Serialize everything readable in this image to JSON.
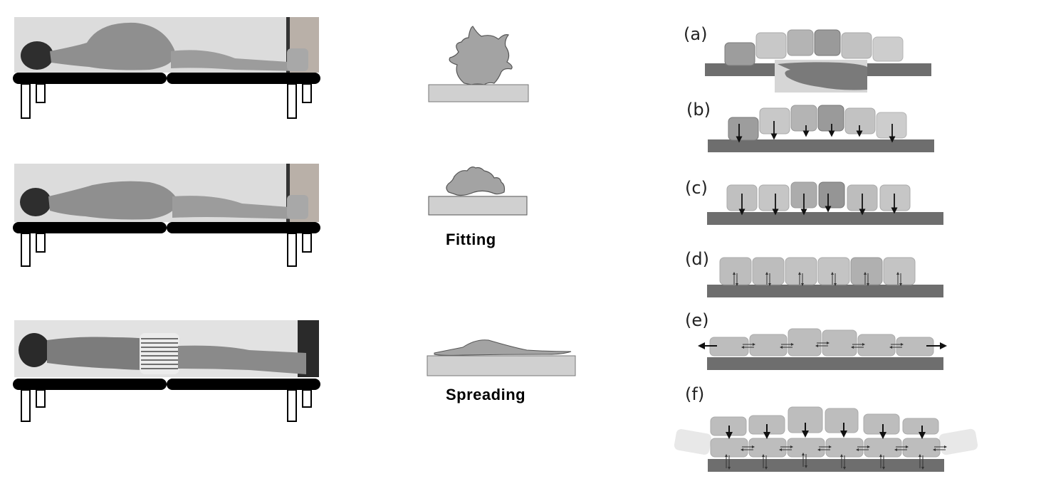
{
  "figure": {
    "left_column": {
      "title": "Body posture on examination table",
      "panels": [
        {
          "id": "posture-1",
          "description": "Supine child, trunk curled with hands on thighs, head on table"
        },
        {
          "id": "posture-2",
          "description": "Supine child, partially flattened, hands on thighs"
        },
        {
          "id": "posture-3",
          "description": "Supine child, fully extended flat on table"
        }
      ]
    },
    "middle_column": {
      "panels": [
        {
          "id": "cell-rounded",
          "caption": ""
        },
        {
          "id": "cell-fitting",
          "caption": "Fitting"
        },
        {
          "id": "cell-spreading",
          "caption": "Spreading"
        }
      ]
    },
    "right_column": {
      "panels": [
        {
          "letter": "(a)",
          "description": "Cells above substrate with inset hand photo"
        },
        {
          "letter": "(b)",
          "description": "Cells with downward arrows toward substrate"
        },
        {
          "letter": "(c)",
          "description": "Aligned cells with downward arrows"
        },
        {
          "letter": "(d)",
          "description": "Cells with bidirectional vertical arrows"
        },
        {
          "letter": "(e)",
          "description": "Cells with lateral exchange arrows, outward at ends"
        },
        {
          "letter": "(f)",
          "description": "Two layers of cells with vertical and lateral arrows, faded side cells"
        }
      ]
    },
    "colors": {
      "table": "#000000",
      "substrate_dark": "#6e6e6e",
      "substrate_light": "#d2d2d2",
      "cell_fill": "#bdbdbd",
      "cell_dark": "#9a9a9a",
      "cell_light": "#c8c8c8",
      "photo_bg": "#d9d9d9"
    }
  }
}
